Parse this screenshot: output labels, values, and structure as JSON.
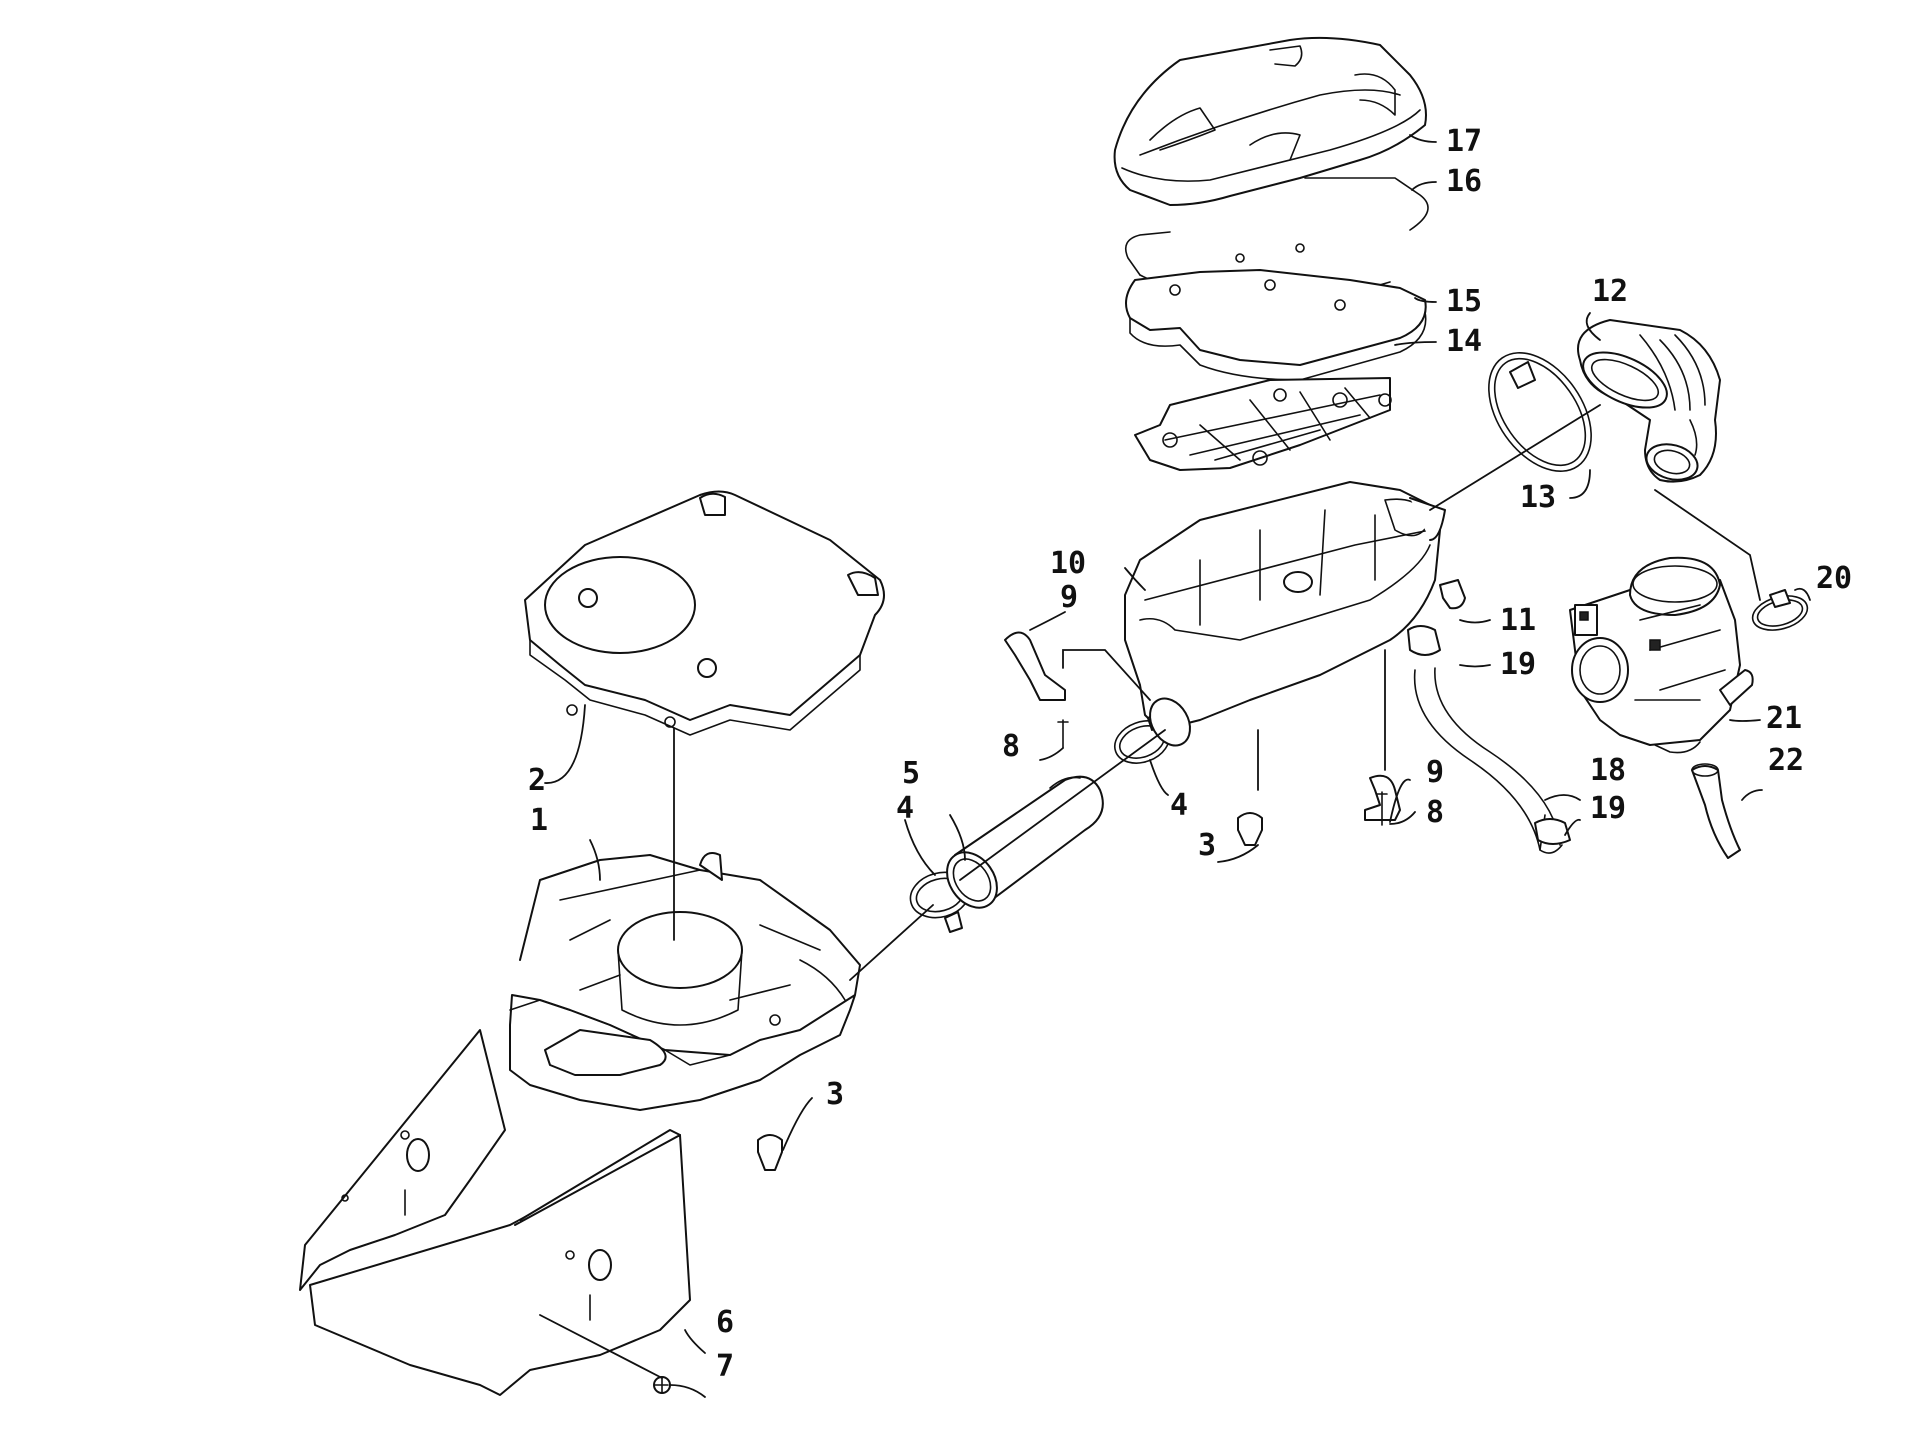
{
  "diagram": {
    "callouts": [
      {
        "id": "c1",
        "label": "1"
      },
      {
        "id": "c2",
        "label": "2"
      },
      {
        "id": "c3a",
        "label": "3"
      },
      {
        "id": "c3b",
        "label": "3"
      },
      {
        "id": "c4a",
        "label": "4"
      },
      {
        "id": "c4b",
        "label": "4"
      },
      {
        "id": "c5",
        "label": "5"
      },
      {
        "id": "c6",
        "label": "6"
      },
      {
        "id": "c7",
        "label": "7"
      },
      {
        "id": "c8a",
        "label": "8"
      },
      {
        "id": "c8b",
        "label": "8"
      },
      {
        "id": "c9a",
        "label": "9"
      },
      {
        "id": "c9b",
        "label": "9"
      },
      {
        "id": "c10",
        "label": "10"
      },
      {
        "id": "c11",
        "label": "11"
      },
      {
        "id": "c12",
        "label": "12"
      },
      {
        "id": "c13",
        "label": "13"
      },
      {
        "id": "c14",
        "label": "14"
      },
      {
        "id": "c15",
        "label": "15"
      },
      {
        "id": "c16",
        "label": "16"
      },
      {
        "id": "c17",
        "label": "17"
      },
      {
        "id": "c18",
        "label": "18"
      },
      {
        "id": "c19a",
        "label": "19"
      },
      {
        "id": "c19b",
        "label": "19"
      },
      {
        "id": "c20",
        "label": "20"
      },
      {
        "id": "c21",
        "label": "21"
      },
      {
        "id": "c22",
        "label": "22"
      }
    ],
    "colors": {
      "line": "#111111",
      "background": "#ffffff"
    }
  }
}
